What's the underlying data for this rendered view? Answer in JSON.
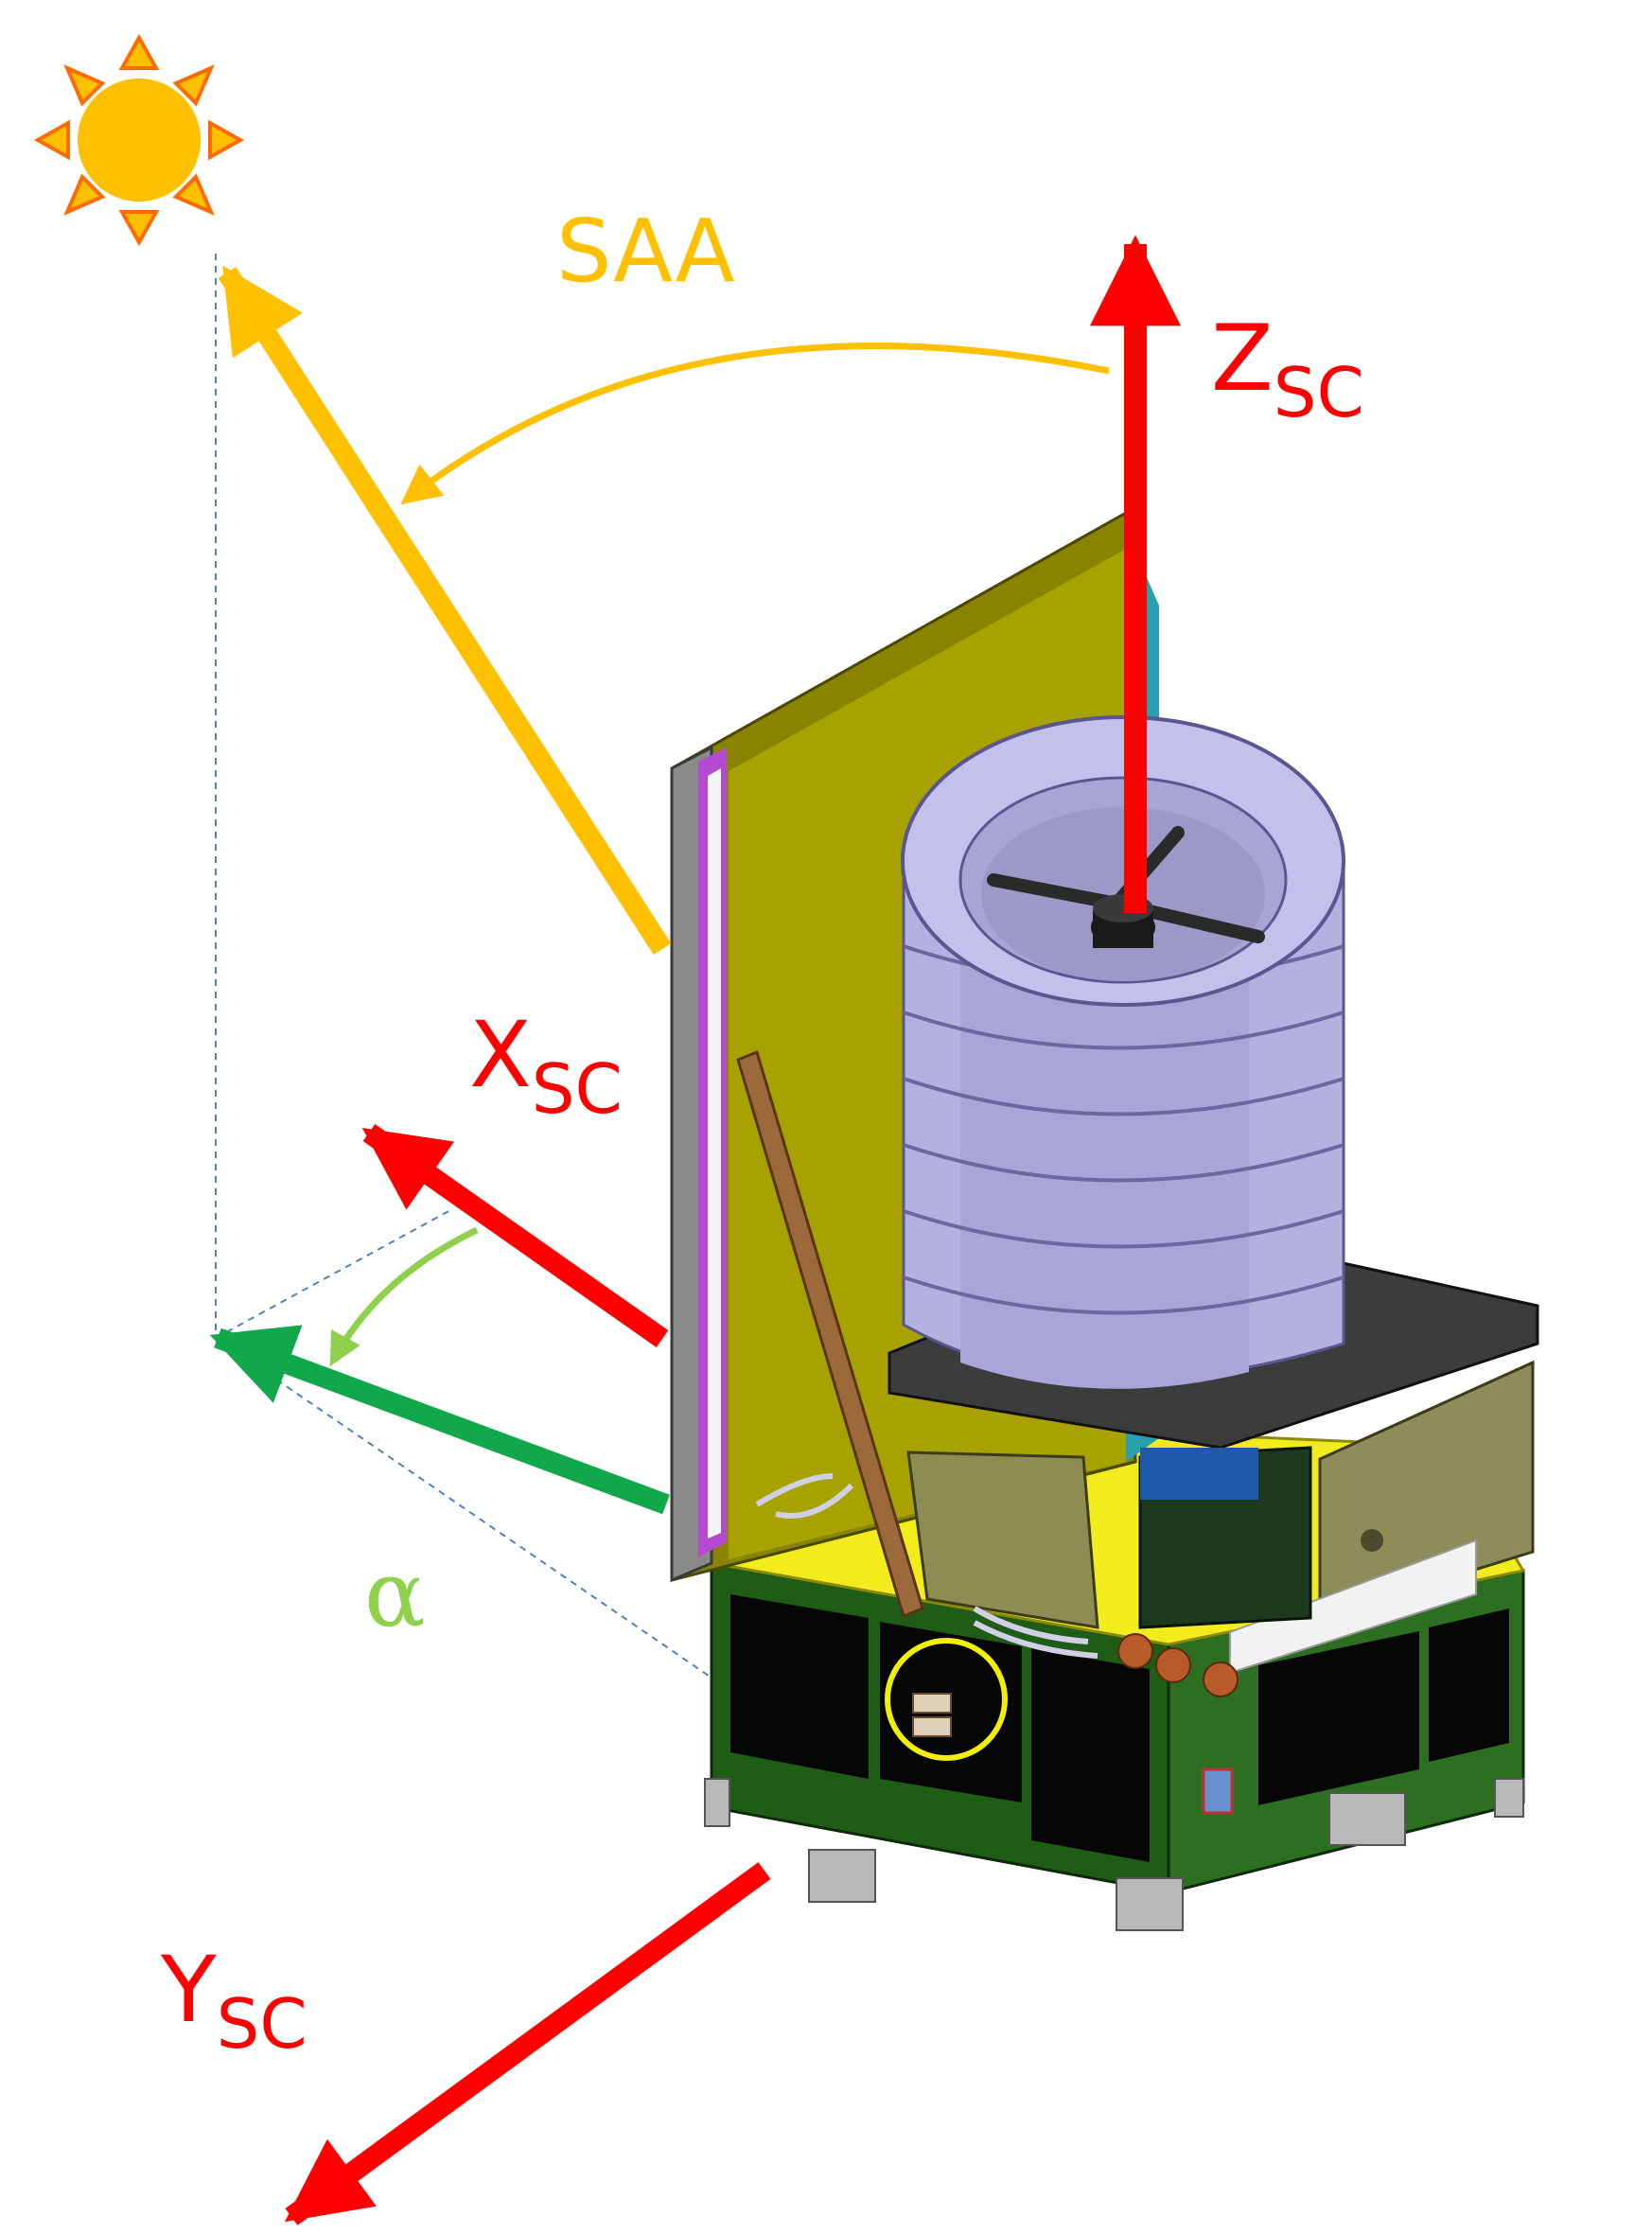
{
  "labels": {
    "saa": "SAA",
    "alpha": "α",
    "z_axis": {
      "main": "Z",
      "sub": "SC"
    },
    "x_axis": {
      "main": "X",
      "sub": "SC"
    },
    "y_axis": {
      "main": "Y",
      "sub": "SC"
    }
  },
  "icons": {
    "sun": "sun-icon",
    "spacecraft": "spacecraft-model",
    "highlight": "highlight-circle"
  },
  "colors": {
    "axis_red": "#ff0000",
    "sun_vector": "#ffc000",
    "sun_fill": "#ffc000",
    "sun_rays": "#ff6a00",
    "projection_green": "#10a84a",
    "alpha_green": "#8fd04c",
    "projection_line": "#4f81bd",
    "highlight_circle": "#f2ef00"
  }
}
